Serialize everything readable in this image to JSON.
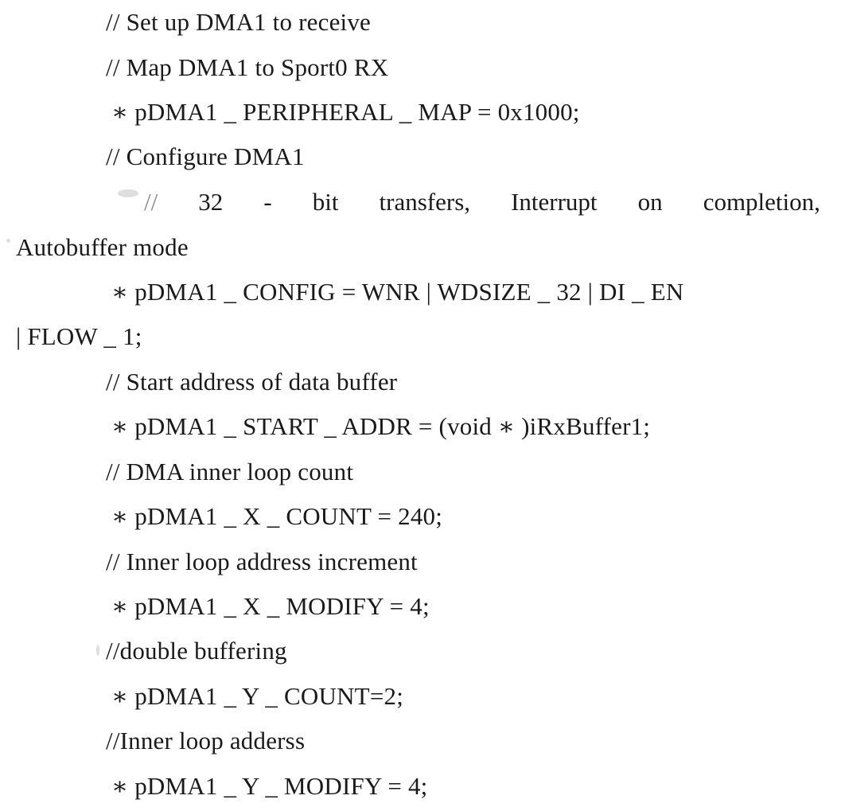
{
  "listing": {
    "lines": [
      "// Set up DMA1 to receive",
      "// Map DMA1 to Sport0 RX",
      "∗ pDMA1 _ PERIPHERAL _ MAP = 0x1000;",
      "// Configure DMA1",
      "Autobuffer mode",
      "∗ pDMA1 _ CONFIG = WNR | WDSIZE _ 32 | DI _ EN",
      "| FLOW _ 1;",
      "// Start address of data buffer",
      "∗ pDMA1 _ START _ ADDR = (void ∗ )iRxBuffer1;",
      "// DMA inner loop count",
      "∗ pDMA1 _ X _ COUNT = 240;",
      "// Inner loop address increment",
      "∗ pDMA1 _ X _ MODIFY = 4;",
      "//double buffering",
      "∗ pDMA1 _ Y _ COUNT=2;",
      "//Inner loop adderss",
      "∗ pDMA1 _ Y _ MODIFY = 4;"
    ],
    "justified_line": {
      "words": [
        "//",
        "32",
        "-",
        "bit",
        "transfers,",
        "Interrupt",
        "on",
        "completion,"
      ]
    }
  }
}
